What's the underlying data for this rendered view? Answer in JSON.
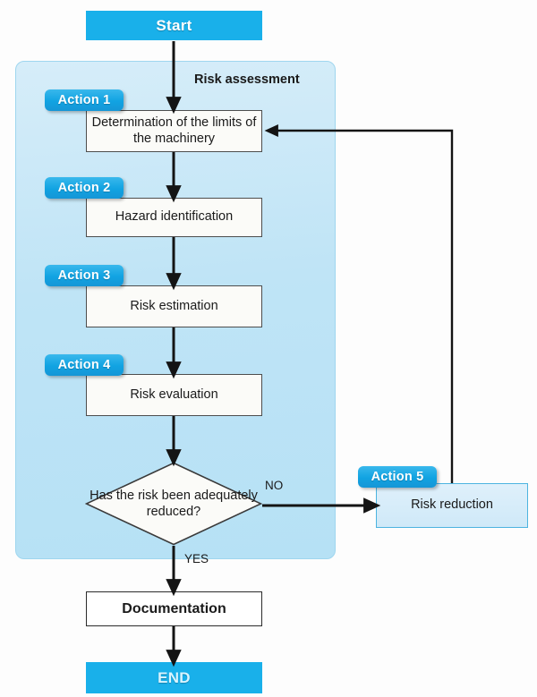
{
  "diagram": {
    "title": "Risk assessment process flowchart",
    "colors": {
      "accent_blue": "#19b0ea",
      "badge_blue": "#11a3e2",
      "panel_fill": "#bfe4f6",
      "panel_border": "#9fd6ef",
      "box_border": "#4d4d4d",
      "box_fill": "#fbfbf8",
      "reduction_fill": "#dff0fb",
      "line_color": "#141414",
      "text_color": "#1a1a1a",
      "terminator_text": "#ffffff",
      "end_text": "#d9f4ff"
    }
  },
  "terminators": {
    "start": "Start",
    "end": "END"
  },
  "panel": {
    "label": "Risk assessment"
  },
  "badges": {
    "action1": "Action 1",
    "action2": "Action 2",
    "action3": "Action 3",
    "action4": "Action 4",
    "action5": "Action 5"
  },
  "steps": {
    "determination": "Determination of the limits of the machinery",
    "hazard": "Hazard identification",
    "estimation": "Risk estimation",
    "evaluation": "Risk evaluation",
    "reduction": "Risk reduction",
    "documentation": "Documentation"
  },
  "decision": {
    "question": "Has the risk been adequately reduced?"
  },
  "edge_labels": {
    "no": "NO",
    "yes": "YES"
  }
}
